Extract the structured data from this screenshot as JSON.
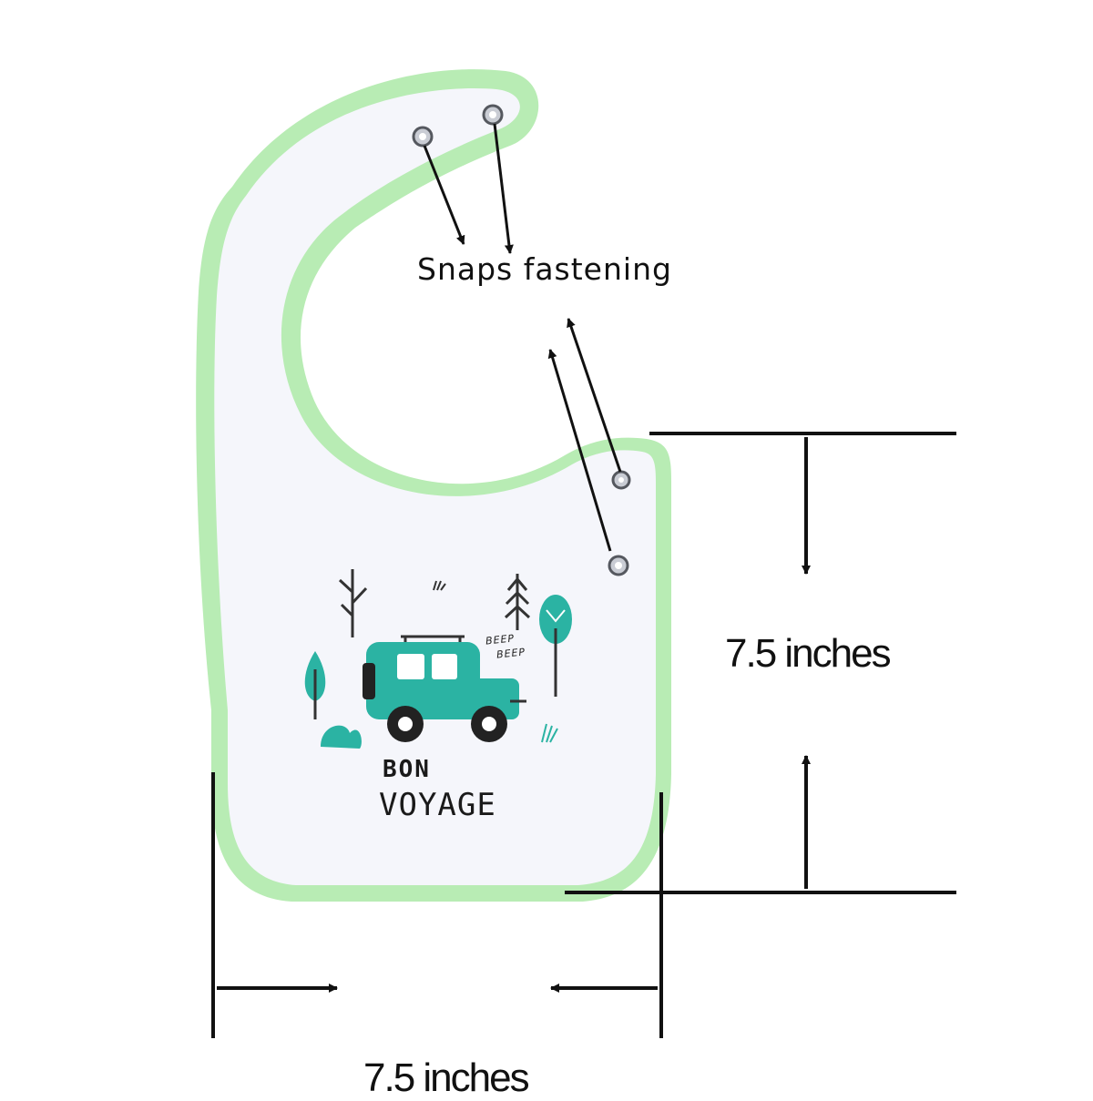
{
  "annotations": {
    "snaps_label": "Snaps fastening",
    "height_label": "7.5 inches",
    "width_label": "7.5 inches"
  },
  "bib": {
    "print_title_line1": "BON",
    "print_title_line2": "VOYAGE",
    "sound_text_1": "BEEP",
    "sound_text_2": "BEEP"
  },
  "colors": {
    "trim": "#b8ecb4",
    "body": "#f5f6fb",
    "car": "#2bb3a3",
    "ink": "#111111"
  }
}
